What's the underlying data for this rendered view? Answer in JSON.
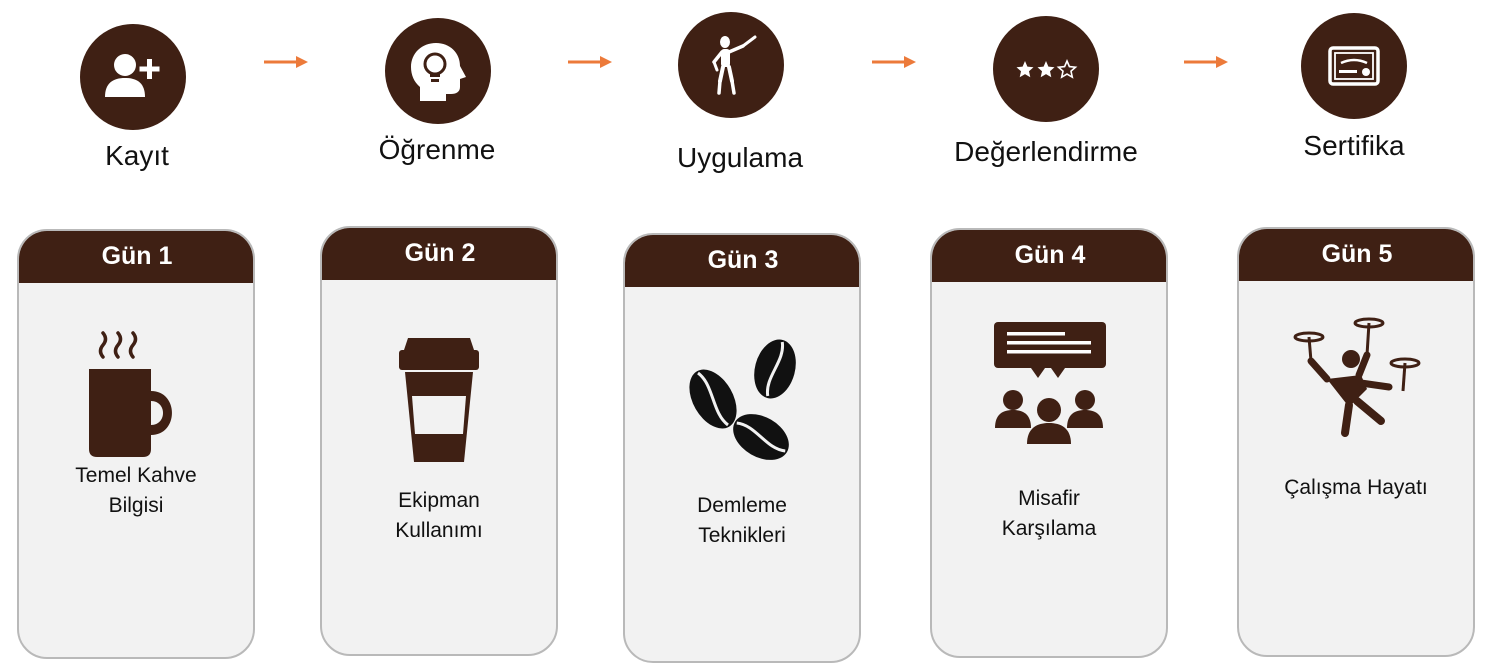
{
  "colors": {
    "primary": "#3f2014",
    "arrow": "#ec7a3a",
    "card_bg": "#f2f2f2",
    "card_border": "#b9b9b9"
  },
  "steps": [
    {
      "label": "Kayıt",
      "icon": "add-user-icon"
    },
    {
      "label": "Öğrenme",
      "icon": "head-lightbulb-icon"
    },
    {
      "label": "Uygulama",
      "icon": "mannequin-icon"
    },
    {
      "label": "Değerlendirme",
      "icon": "rating-stars-icon"
    },
    {
      "label": "Sertifika",
      "icon": "certificate-icon"
    }
  ],
  "days": [
    {
      "title": "Gün 1",
      "text": "Temel Kahve\nBilgisi",
      "icon": "coffee-mug-icon"
    },
    {
      "title": "Gün 2",
      "text": "Ekipman\nKullanımı",
      "icon": "takeaway-cup-icon"
    },
    {
      "title": "Gün 3",
      "text": "Demleme\nTeknikleri",
      "icon": "coffee-beans-icon"
    },
    {
      "title": "Gün 4",
      "text": "Misafir\nKarşılama",
      "icon": "audience-speech-icon"
    },
    {
      "title": "Gün 5",
      "text": "Çalışma Hayatı",
      "icon": "juggler-icon"
    }
  ]
}
